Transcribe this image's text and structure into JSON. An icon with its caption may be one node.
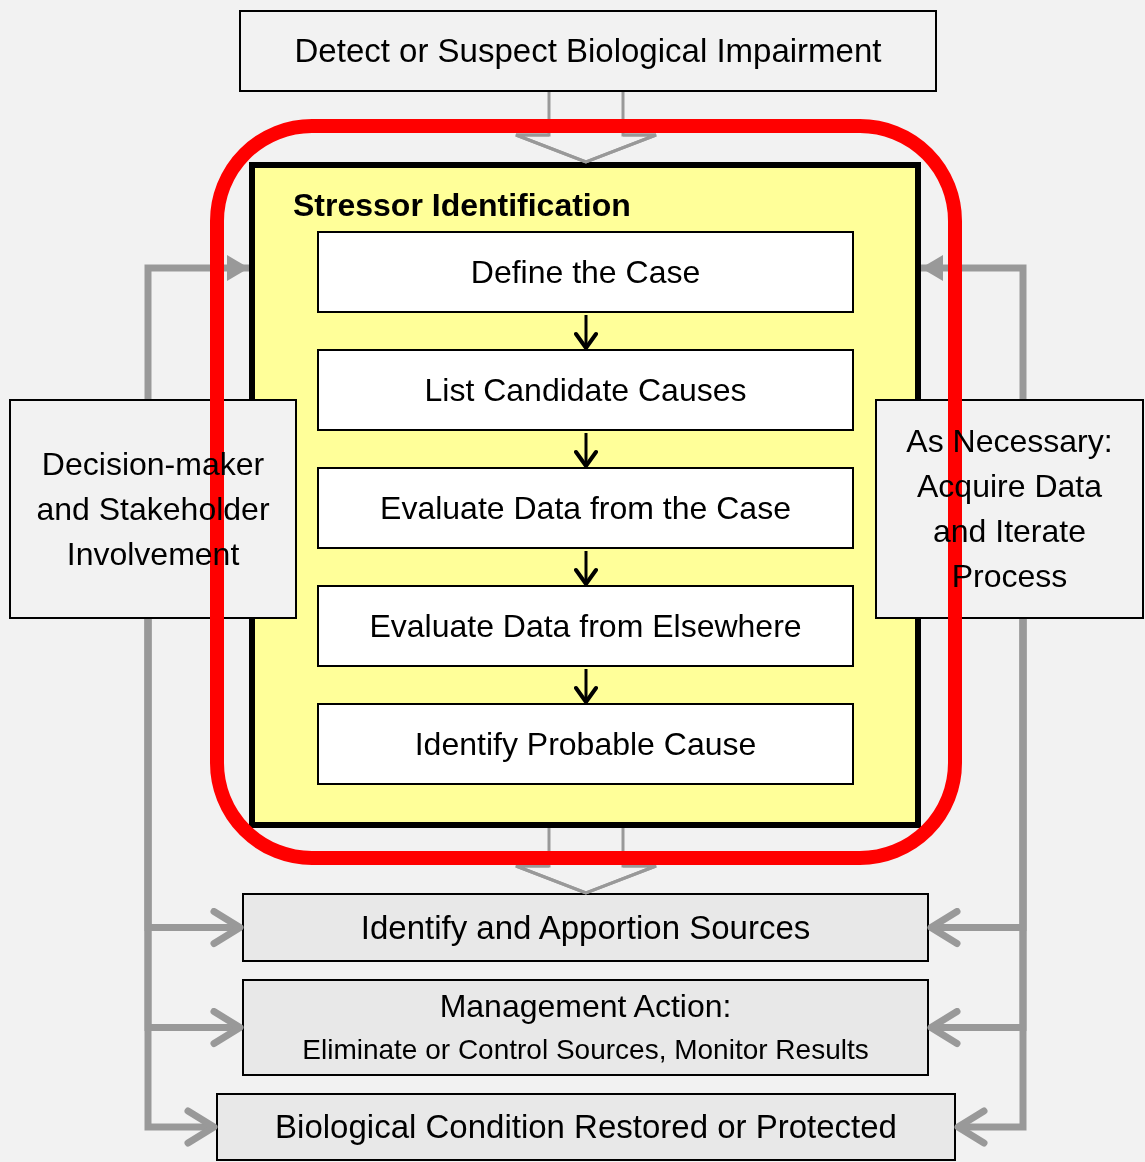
{
  "diagram": {
    "nodes": [
      {
        "text": [
          "Detect or Suspect Biological Impairment"
        ]
      },
      {
        "text": [
          "Stressor Identification"
        ]
      },
      {
        "text": [
          "Define the Case"
        ],
        "in": 1
      },
      {
        "text": [
          "List Candidate Causes"
        ],
        "in": 1
      },
      {
        "text": [
          "Evaluate Data from the Case"
        ],
        "in": 1
      },
      {
        "text": [
          "Evaluate Data from Elsewhere"
        ],
        "in": 1
      },
      {
        "text": [
          "Identify Probable Cause"
        ],
        "in": 1
      },
      {
        "text": [
          "Decision-maker and Stakeholder Involvement"
        ]
      },
      {
        "text": [
          "As Necessary: Acquire Data and Iterate Process"
        ]
      },
      {
        "text": [
          "Identify and Apportion Sources"
        ]
      },
      {
        "text": [
          "Management Action:",
          "Eliminate or Control Sources, Monitor Results"
        ]
      },
      {
        "text": [
          "Biological Condition Restored or Protected"
        ]
      }
    ],
    "edges": [
      {
        "from": 0,
        "to": 1,
        "arrow": "to"
      },
      {
        "from": 2,
        "to": 3,
        "arrow": "to",
        "color": "#000000"
      },
      {
        "from": 3,
        "to": 4,
        "arrow": "to",
        "color": "#000000"
      },
      {
        "from": 4,
        "to": 5,
        "arrow": "to",
        "color": "#000000"
      },
      {
        "from": 5,
        "to": 6,
        "arrow": "to",
        "color": "#000000"
      },
      {
        "from": 7,
        "to": 1,
        "arrow": "to"
      },
      {
        "from": 8,
        "to": 1,
        "arrow": "to"
      },
      {
        "from": 1,
        "to": 9,
        "arrow": "to"
      },
      {
        "from": 7,
        "to": 9,
        "arrow": "to"
      },
      {
        "from": 7,
        "to": 10,
        "arrow": "to"
      },
      {
        "from": 7,
        "to": 11,
        "arrow": "to"
      },
      {
        "from": 8,
        "to": 9,
        "arrow": "to"
      },
      {
        "from": 8,
        "to": 10,
        "arrow": "to"
      },
      {
        "from": 8,
        "to": 11,
        "arrow": "to"
      }
    ]
  }
}
